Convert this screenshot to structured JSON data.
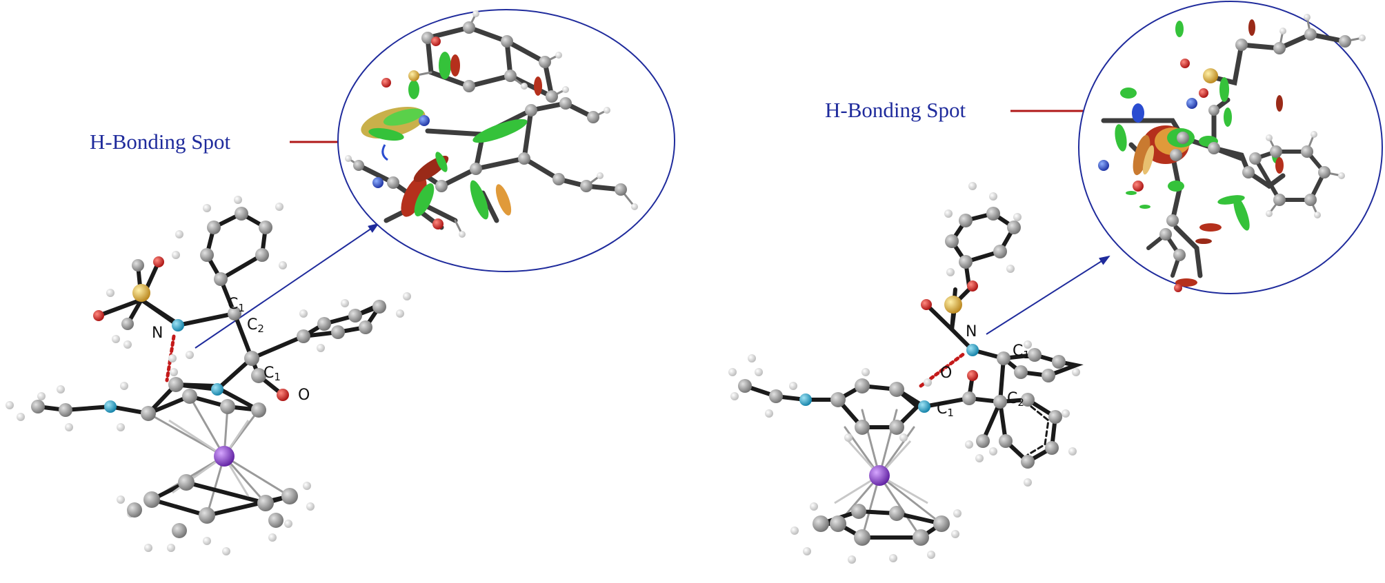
{
  "left_panel": {
    "callout_text": "H-Bonding Spot",
    "labels": {
      "n": "N",
      "c1_upper_base": "C",
      "c1_upper_sub": "1",
      "c2_base": "C",
      "c2_sub": "2",
      "c1_lower_base": "C",
      "c1_lower_sub": "1",
      "o": "O"
    }
  },
  "right_panel": {
    "callout_text": "H-Bonding Spot",
    "labels": {
      "n": "N",
      "c1_upper_base": "C",
      "c1_upper_sub": "1",
      "o": "O",
      "c1_lower_base": "C",
      "c1_lower_sub": "1",
      "c2_base": "C",
      "c2_sub": "2"
    }
  },
  "colors": {
    "callout_text": "#1f2b9c",
    "callout_arrow": "#b01818",
    "zoom_circle": "#1f2b9c",
    "carbon": "#8c8c8c",
    "hydrogen": "#e4e4e4",
    "nitrogen": "#1fa3c9",
    "oxygen": "#d01818",
    "sulfur": "#d9a52c",
    "metal": "#8a35c9",
    "bond": "#1a1a1a",
    "nci_green": "#35c23a",
    "nci_red": "#b5301c",
    "nci_orange": "#e09a3a",
    "nci_blue": "#2a4cd0"
  }
}
